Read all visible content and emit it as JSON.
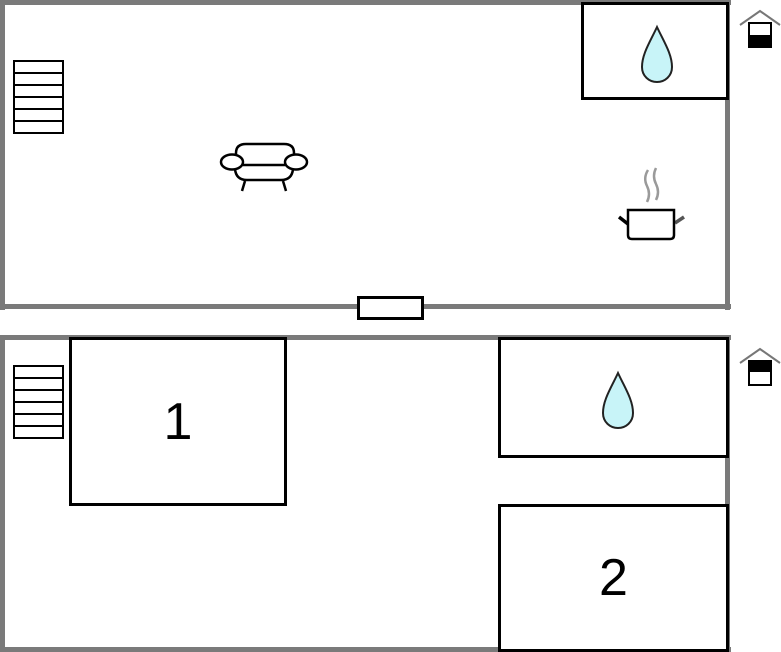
{
  "floorplan": {
    "floors": [
      {
        "name": "upper-floor",
        "level_indicator": "floor-level-lower-filled",
        "rooms": [
          {
            "id": "bathroom",
            "label": "",
            "icon": "water-drop-icon"
          }
        ],
        "icons": [
          "stairs-icon",
          "sofa-icon",
          "cooking-pot-icon",
          "water-drop-icon",
          "window-icon"
        ]
      },
      {
        "name": "lower-floor",
        "level_indicator": "floor-level-upper-filled",
        "rooms": [
          {
            "id": "bedroom-1",
            "label": "1"
          },
          {
            "id": "bathroom",
            "label": "",
            "icon": "water-drop-icon"
          },
          {
            "id": "bedroom-2",
            "label": "2"
          }
        ],
        "icons": [
          "stairs-icon",
          "water-drop-icon"
        ]
      }
    ],
    "colors": {
      "wall": "#7a7a7a",
      "line": "#000000",
      "water": "#c8f4f8",
      "steam": "#9a9a9a"
    }
  }
}
